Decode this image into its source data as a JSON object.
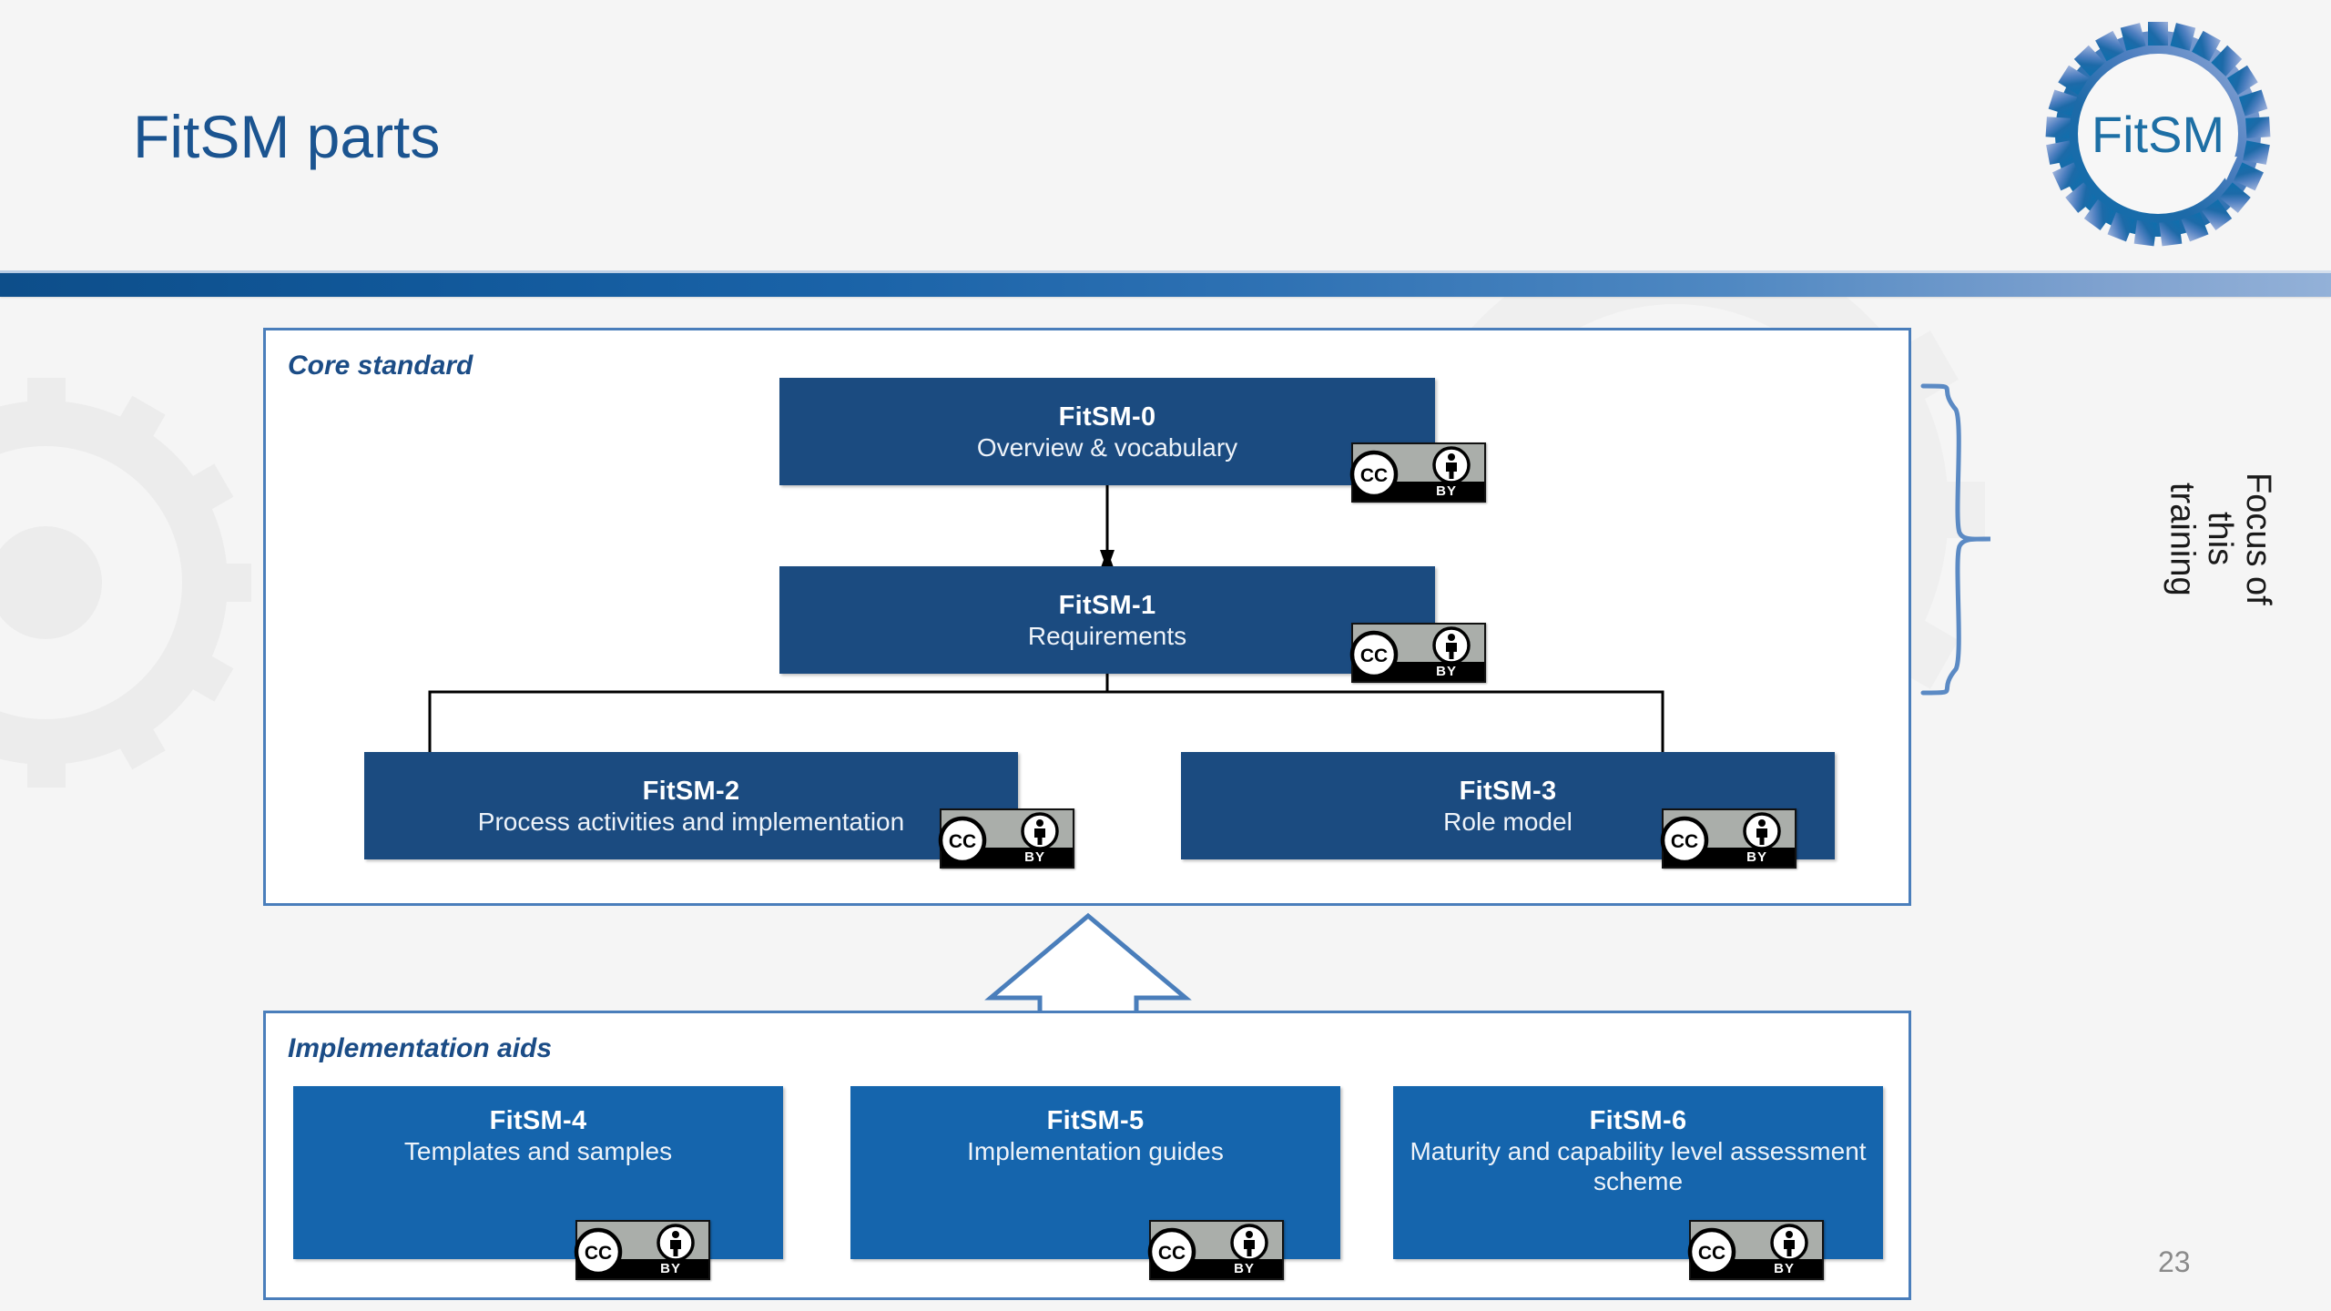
{
  "slide": {
    "title": "FitSM parts",
    "page_number": "23",
    "logo_text": "FitSM",
    "accent_color": "#1b5490",
    "divider_from": "#0d4e8a",
    "divider_to": "#93b1d8",
    "box_dark": "#1b4b80",
    "box_bright": "#1565ad",
    "group_border": "#4a7ebb"
  },
  "groups": {
    "core_standard": {
      "label": "Core standard",
      "parts": [
        {
          "id": "fitsm-0",
          "title": "FitSM-0",
          "subtitle": "Overview & vocabulary"
        },
        {
          "id": "fitsm-1",
          "title": "FitSM-1",
          "subtitle": "Requirements"
        },
        {
          "id": "fitsm-2",
          "title": "FitSM-2",
          "subtitle": "Process activities and implementation"
        },
        {
          "id": "fitsm-3",
          "title": "FitSM-3",
          "subtitle": "Role model"
        }
      ]
    },
    "implementation_aids": {
      "label": "Implementation aids",
      "parts": [
        {
          "id": "fitsm-4",
          "title": "FitSM-4",
          "subtitle": "Templates and samples"
        },
        {
          "id": "fitsm-5",
          "title": "FitSM-5",
          "subtitle": "Implementation guides"
        },
        {
          "id": "fitsm-6",
          "title": "FitSM-6",
          "subtitle": "Maturity and capability level assessment scheme"
        }
      ]
    }
  },
  "annotation": {
    "focus_label": "Focus of this\ntraining"
  },
  "license_badges": {
    "label": "BY",
    "icon_cc": "creative-commons-icon",
    "icon_by": "attribution-person-icon",
    "count": 7
  },
  "icons": {
    "logo": "fitsm-gear-logo-icon",
    "arrow_up_block": "block-arrow-up-icon",
    "brace": "curly-brace-icon"
  }
}
